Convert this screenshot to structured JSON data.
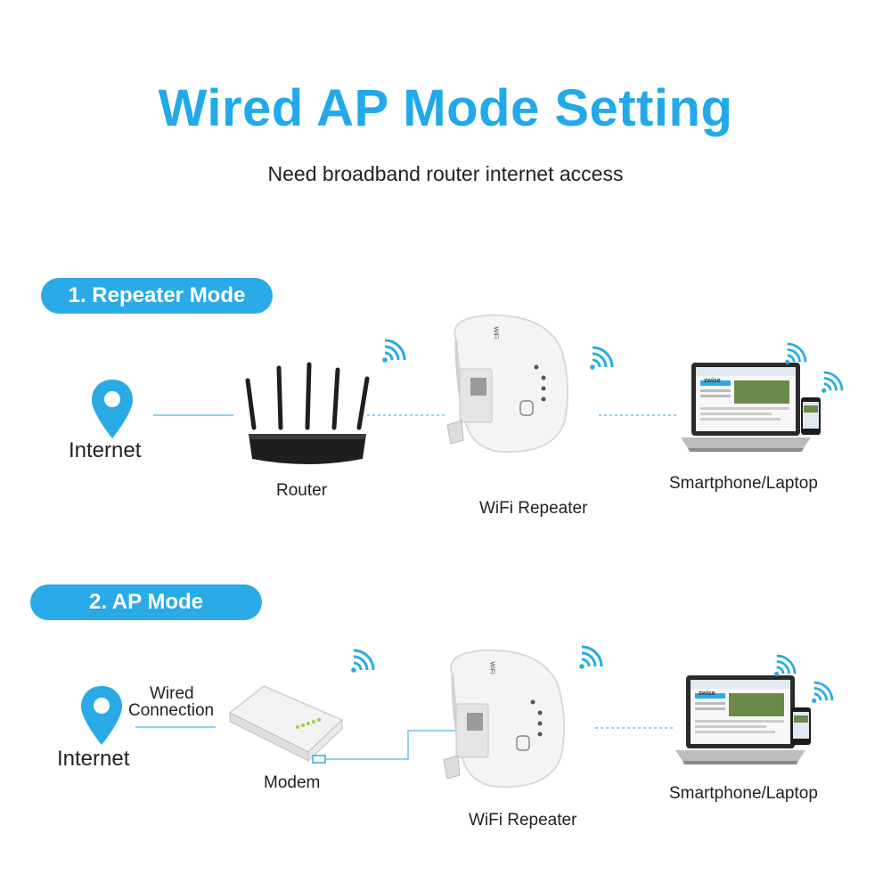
{
  "title": "Wired AP Mode Setting",
  "subtitle": "Need broadband router internet access",
  "colors": {
    "accent": "#22a9ea",
    "pill": "#2aaae6",
    "line": "#6fc3ec"
  },
  "section1": {
    "pill": "1. Repeater Mode",
    "internet": "Internet",
    "router": "Router",
    "repeater": "WiFi Repeater",
    "client": "Smartphone/Laptop"
  },
  "section2": {
    "pill": "2. AP Mode",
    "internet": "Internet",
    "wired_line1": "Wired",
    "wired_line2": "Connection",
    "modem": "Modem",
    "repeater": "WiFi Repeater",
    "client": "Smartphone/Laptop"
  },
  "device": {
    "repeater_logo": "WiFi",
    "laptop_logo": "zwise"
  },
  "icons": [
    "location-pin-icon",
    "wifi-signal-icon",
    "router-icon",
    "repeater-icon",
    "laptop-icon",
    "smartphone-icon",
    "modem-icon"
  ]
}
